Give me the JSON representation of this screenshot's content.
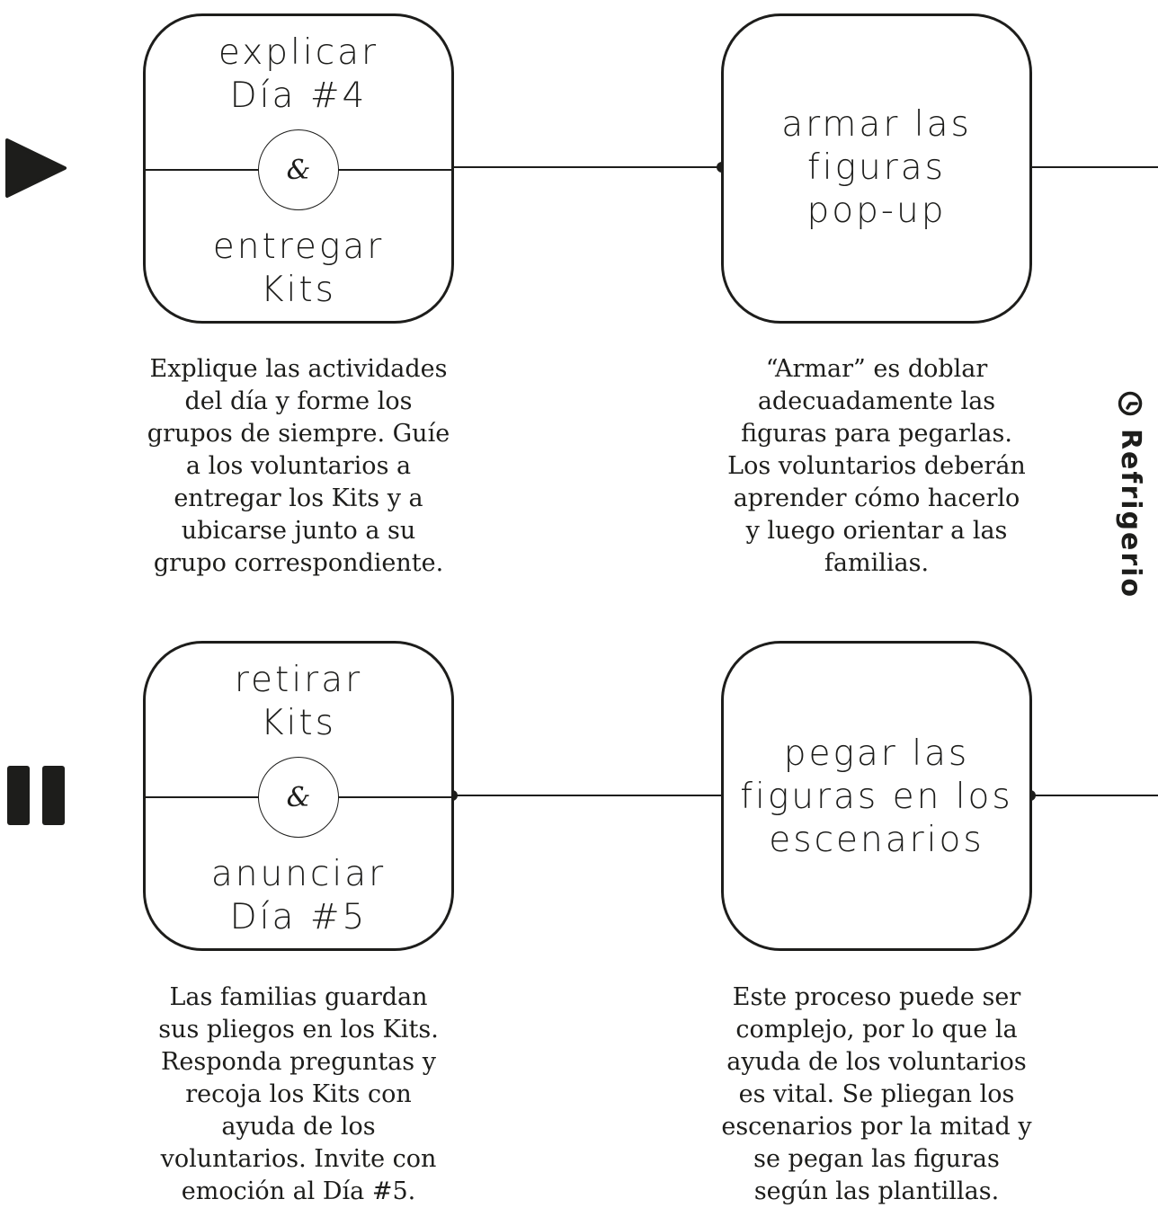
{
  "colors": {
    "ink": "#1d1d1b",
    "background": "#ffffff"
  },
  "icons": {
    "row1": "play-icon",
    "row2": "pause-icon",
    "side": "clock-icon"
  },
  "side_label": "Refrigerio",
  "connector_symbol": "&",
  "row1": {
    "step1": {
      "top": "explicar\nDía #4",
      "bottom": "entregar\nKits",
      "description": "Explique las actividades\ndel día y forme los\ngrupos de siempre. Guíe\na los voluntarios a\nentregar los Kits y a\nubicarse junto a su\ngrupo correspondiente."
    },
    "step2": {
      "label": "armar las\nfiguras\npop-up",
      "description": "“Armar” es doblar\nadecuadamente las\nfiguras para pegarlas.\nLos voluntarios deberán\naprender cómo hacerlo\ny luego orientar a las\nfamilias."
    }
  },
  "row2": {
    "step1": {
      "top": "retirar\nKits",
      "bottom": "anunciar\nDía #5",
      "description": "Las familias guardan\nsus pliegos en los Kits.\nResponda preguntas y\nrecoja los Kits con\nayuda de los\nvoluntarios. Invite con\nemoción al Día #5."
    },
    "step2": {
      "label": "pegar las\nfiguras en los\nescenarios",
      "description": "Este proceso puede ser\ncomplejo, por lo que la\nayuda de los voluntarios\nes vital. Se pliegan los\nescenarios por la mitad y\nse pegan las figuras\nsegún las plantillas."
    }
  }
}
